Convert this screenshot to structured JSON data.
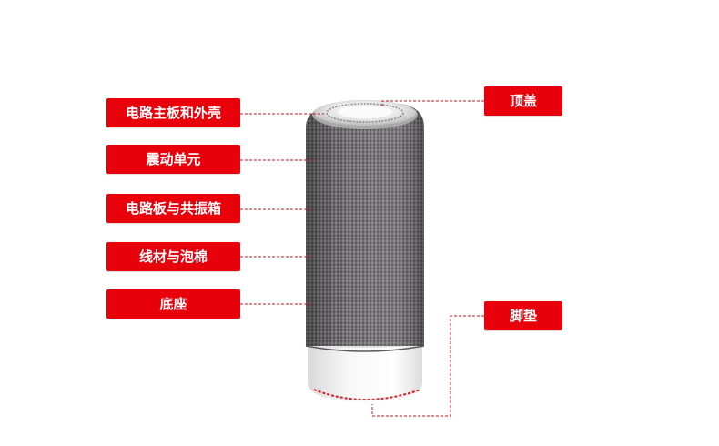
{
  "colors": {
    "accent": "#e8000b",
    "fabric": "#6d6b6d",
    "base": "#f2f2f2",
    "leader": "#c8141e"
  },
  "labels": {
    "circuit_board_shell": "电路主板和外壳",
    "vibration_unit": "震动单元",
    "circuit_board_resonator": "电路板与共振箱",
    "wire_foam": "线材与泡棉",
    "base": "底座",
    "top_cover": "顶盖",
    "foot_pad": "脚垫"
  }
}
